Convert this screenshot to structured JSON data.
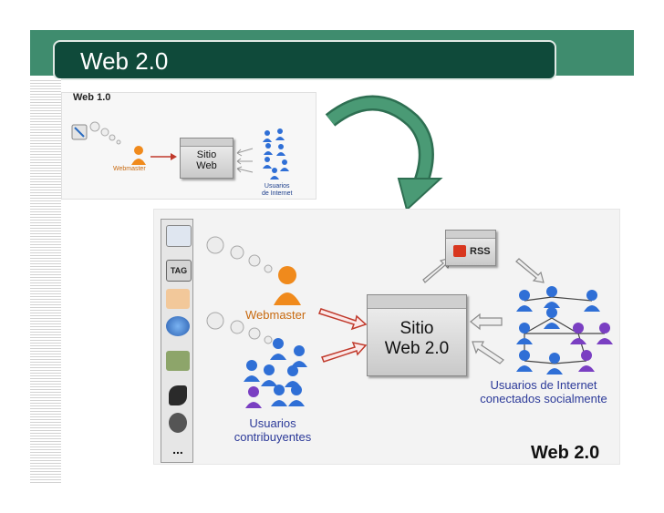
{
  "slide": {
    "title": "Web 2.0"
  },
  "web1": {
    "heading": "Web 1.0",
    "webmaster": "Webmaster",
    "site_line1": "Sitio",
    "site_line2": "Web",
    "users_line1": "Usuarios",
    "users_line2": "de Internet"
  },
  "web2": {
    "webmaster": "Webmaster",
    "site_line1": "Sitio",
    "site_line2": "Web 2.0",
    "rss": "RSS",
    "contrib_line1": "Usuarios",
    "contrib_line2": "contribuyentes",
    "social_line1": "Usuarios de Internet",
    "social_line2": "conectados socialmente",
    "brand": "Web 2.0",
    "toolbar": [
      "pencil-tool",
      "TAG",
      "profile-tool",
      "globe-tool",
      "map-tool",
      "phone-tool",
      "media-tool",
      "..."
    ]
  },
  "colors": {
    "band": "#3f8c6e",
    "titlebar": "#0f4a3a",
    "arrow": "#3f8f6a",
    "user_blue": "#2f6fd6",
    "user_purple": "#7a3fc2",
    "webmaster_orange": "#f08a1c"
  }
}
